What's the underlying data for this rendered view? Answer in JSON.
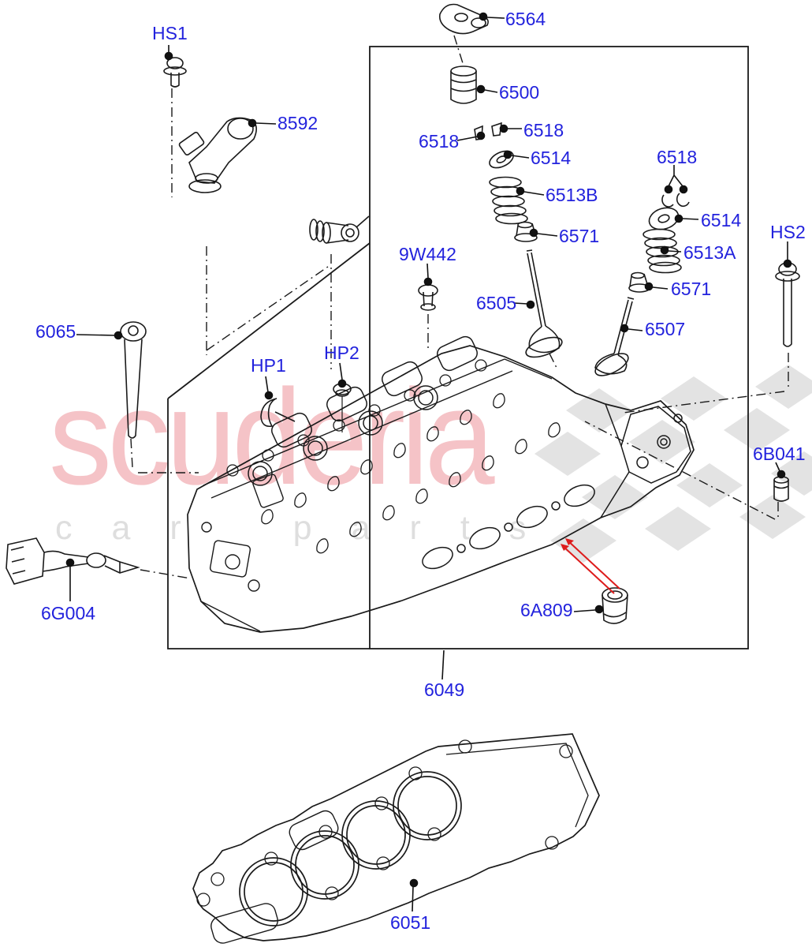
{
  "diagram": {
    "type": "exploded-parts-diagram",
    "subject": "cylinder head, valves and head gasket",
    "label_color": "#2222dd",
    "line_color": "#1a1a1a",
    "arrow_color": "#dd1c1c"
  },
  "watermark": {
    "brand": "scuderia",
    "tagline": "car parts",
    "brand_color": "#f5c3c7",
    "tagline_color": "#dedede",
    "flag_color": "#e3e3e3"
  },
  "callouts": [
    {
      "id": "HS1",
      "label": "HS1"
    },
    {
      "id": "6564",
      "label": "6564"
    },
    {
      "id": "8592",
      "label": "8592"
    },
    {
      "id": "6500",
      "label": "6500"
    },
    {
      "id": "6518a",
      "label": "6518"
    },
    {
      "id": "6518b",
      "label": "6518"
    },
    {
      "id": "6514a",
      "label": "6514"
    },
    {
      "id": "6513B",
      "label": "6513B"
    },
    {
      "id": "6571a",
      "label": "6571"
    },
    {
      "id": "6505",
      "label": "6505"
    },
    {
      "id": "6518c",
      "label": "6518"
    },
    {
      "id": "6514b",
      "label": "6514"
    },
    {
      "id": "6513A",
      "label": "6513A"
    },
    {
      "id": "6571b",
      "label": "6571"
    },
    {
      "id": "6507",
      "label": "6507"
    },
    {
      "id": "HS2",
      "label": "HS2"
    },
    {
      "id": "6B041",
      "label": "6B041"
    },
    {
      "id": "6065",
      "label": "6065"
    },
    {
      "id": "HP1",
      "label": "HP1"
    },
    {
      "id": "HP2",
      "label": "HP2"
    },
    {
      "id": "9W442",
      "label": "9W442"
    },
    {
      "id": "6G004",
      "label": "6G004"
    },
    {
      "id": "6A809",
      "label": "6A809"
    },
    {
      "id": "6049",
      "label": "6049"
    },
    {
      "id": "6051",
      "label": "6051"
    }
  ]
}
